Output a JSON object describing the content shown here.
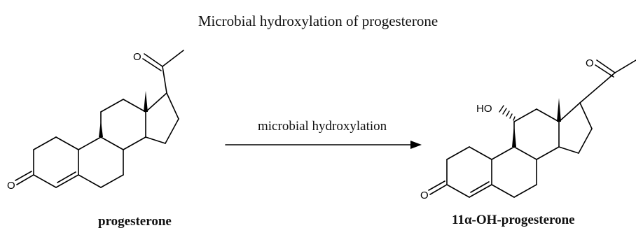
{
  "diagram": {
    "title": "Microbial hydroxylation of progesterone",
    "reactant_label": "progesterone",
    "product_label": "11α-OH-progesterone",
    "arrow_label": "microbial hydroxylation",
    "atom_O": "O",
    "atom_HO": "HO"
  }
}
